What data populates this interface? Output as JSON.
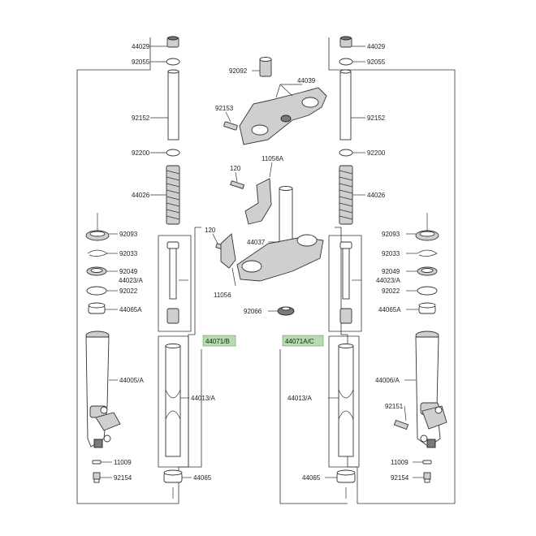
{
  "diagram": {
    "labels": {
      "l_44029": "44029",
      "l_92055": "92055",
      "l_92152": "92152",
      "l_92200": "92200",
      "l_44026": "44026",
      "l_92093": "92093",
      "l_92033": "92033",
      "l_92049": "92049",
      "l_44023": "44023/A",
      "l_92022": "92022",
      "l_44065A": "44065A",
      "l_44005": "44005/A",
      "l_11009": "11009",
      "l_92154": "92154",
      "l_44013": "44013/A",
      "l_44065": "44065",
      "l_44071B": "44071/B",
      "r_44029": "44029",
      "r_92055": "92055",
      "r_92152": "92152",
      "r_92200": "92200",
      "r_44026": "44026",
      "r_92093": "92093",
      "r_92033": "92033",
      "r_92049": "92049",
      "r_44023": "44023/A",
      "r_92022": "92022",
      "r_44065A": "44065A",
      "r_44006": "44006/A",
      "r_92151": "92151",
      "r_11009": "11009",
      "r_92154": "92154",
      "r_44013": "44013/A",
      "r_44065": "44065",
      "r_44071C": "44071A/C",
      "c_92092": "92092",
      "c_44039": "44039",
      "c_92153": "92153",
      "c_11056A": "11056A",
      "c_120a": "120",
      "c_120b": "120",
      "c_44037": "44037",
      "c_11056": "11056",
      "c_92066": "92066"
    },
    "colors": {
      "line": "#333333",
      "assembly_tag": "#b6dcae",
      "part_fill": "#cfcfcf"
    }
  }
}
